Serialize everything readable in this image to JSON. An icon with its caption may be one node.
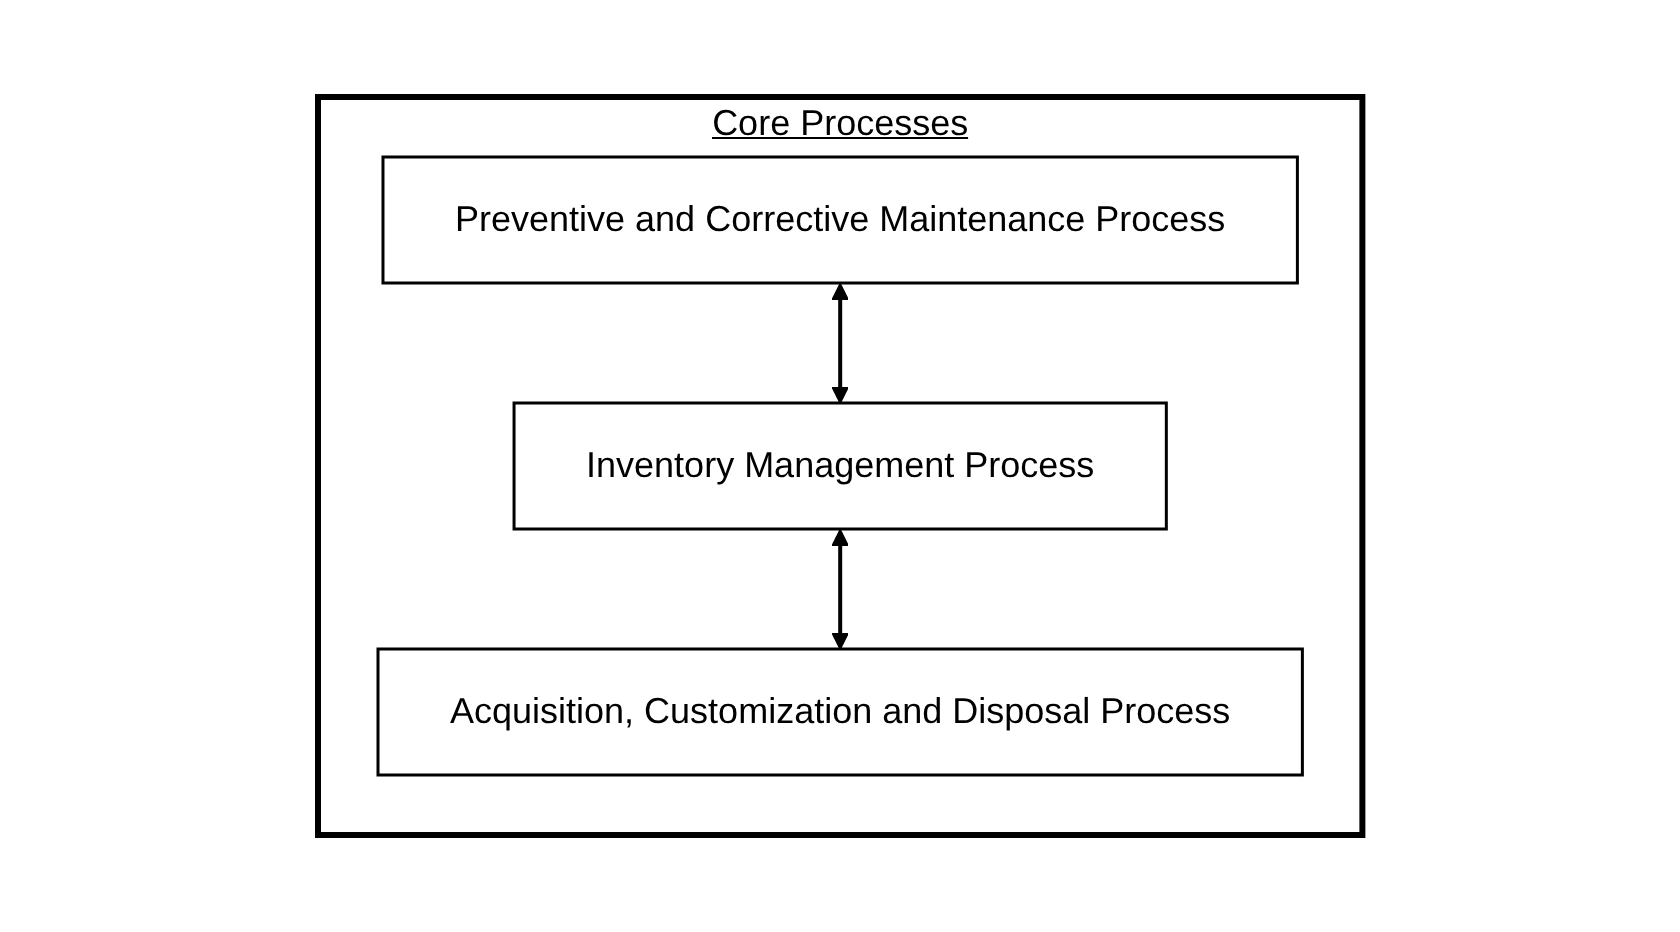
{
  "diagram": {
    "nodes": [
      {
        "text": [
          "Core Processes"
        ]
      },
      {
        "text": [
          "Preventive and Corrective Maintenance Process"
        ],
        "in": 0
      },
      {
        "text": [
          "Inventory Management Process"
        ],
        "in": 0
      },
      {
        "text": [
          "Acquisition, Customization and Disposal Process"
        ],
        "in": 0
      }
    ],
    "edges": [
      {
        "from": 1,
        "to": 2,
        "arrow": "both"
      },
      {
        "from": 2,
        "to": 3,
        "arrow": "both"
      }
    ]
  }
}
